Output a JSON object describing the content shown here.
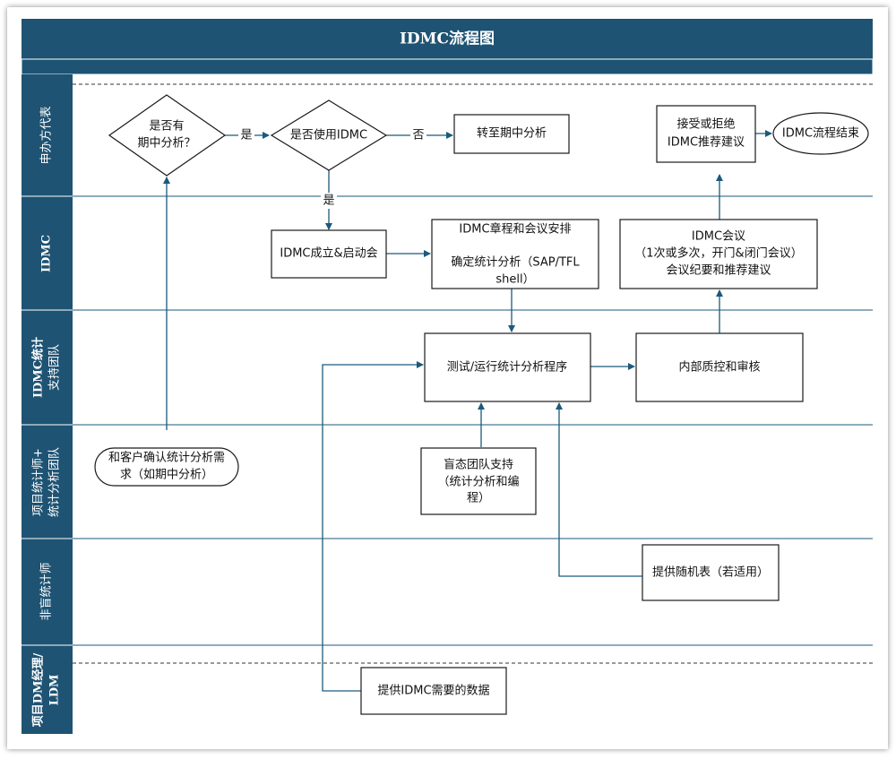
{
  "title": "IDMC流程图",
  "colors": {
    "header": "#1e5373",
    "lane": "#1e5373",
    "line": "#1b5a7a",
    "box_border": "#1a1a1a"
  },
  "lanes": [
    {
      "label": "申办方代表"
    },
    {
      "label": "IDMC"
    },
    {
      "label_lines": [
        "IDMC统计",
        "支持团队"
      ]
    },
    {
      "label_lines": [
        "项目统计师+",
        "统计分析团队"
      ]
    },
    {
      "label": "非盲统计师"
    },
    {
      "label_lines": [
        "项目DM经理/",
        "LDM"
      ]
    }
  ],
  "nodes": {
    "decision_interim": {
      "lines": [
        "是否有",
        "期中分析？"
      ]
    },
    "decision_use_idmc": {
      "lines": [
        "是否使用IDMC"
      ]
    },
    "to_interim": {
      "lines": [
        "转至期中分析"
      ]
    },
    "accept_reject": {
      "lines": [
        "接受或拒绝",
        "IDMC推荐建议"
      ]
    },
    "end": {
      "lines": [
        "IDMC流程结束"
      ]
    },
    "establish": {
      "lines": [
        "IDMC成立&启动会"
      ]
    },
    "charter": {
      "lines": [
        "IDMC章程和会议安排",
        "",
        "确定统计分析（SAP/TFL",
        "shell）"
      ]
    },
    "meeting": {
      "lines": [
        "IDMC会议",
        "（1次或多次，开门&闭门会议）",
        "会议纪要和推荐建议"
      ]
    },
    "run_program": {
      "lines": [
        "测试/运行统计分析程序"
      ]
    },
    "qc": {
      "lines": [
        "内部质控和审核"
      ]
    },
    "confirm_client": {
      "lines": [
        "和客户确认统计分析需",
        "求（如期中分析）"
      ]
    },
    "blind_team": {
      "lines": [
        "盲态团队支持",
        "（统计分析和编",
        "程）"
      ]
    },
    "randomization": {
      "lines": [
        "提供随机表（若适用）"
      ]
    },
    "dm_data": {
      "lines": [
        "提供IDMC需要的数据"
      ]
    }
  },
  "edge_labels": {
    "yes1": "是",
    "no": "否",
    "yes2": "是"
  }
}
